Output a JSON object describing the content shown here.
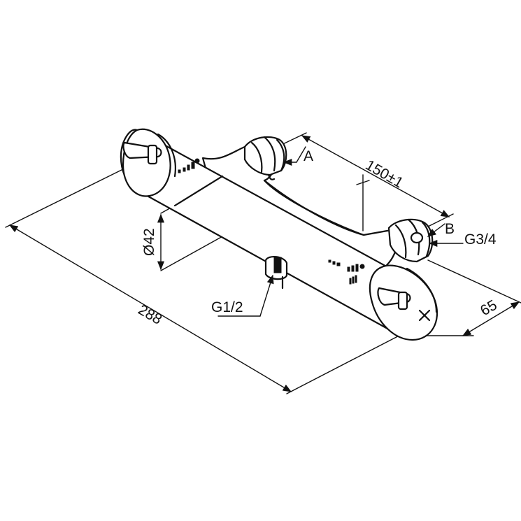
{
  "labels": {
    "dim_length": "288",
    "dim_spacing": "150±1",
    "dim_diameter": "Ø42",
    "dim_depth": "65",
    "outlet_thread": "G1/2",
    "inlet_thread": "G3/4",
    "ref_a": "A",
    "ref_b": "B"
  }
}
